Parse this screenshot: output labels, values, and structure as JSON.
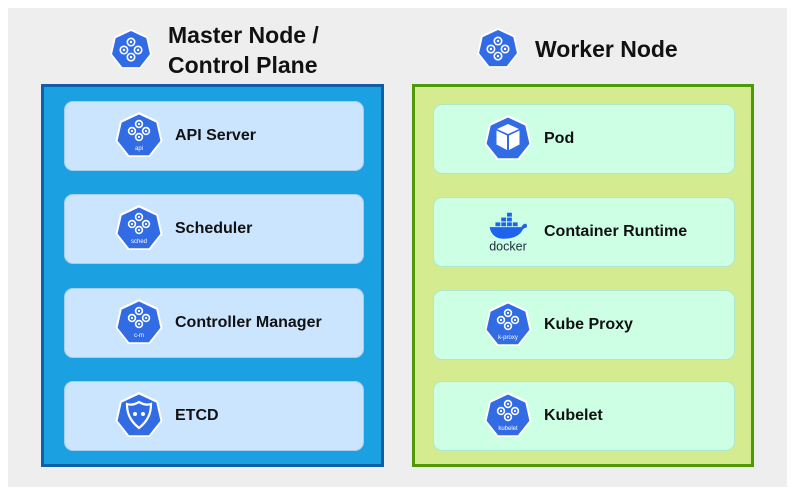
{
  "master": {
    "title_line1": "Master Node /",
    "title_line2": "Control Plane",
    "components": [
      {
        "label": "API Server",
        "icon": "api-icon",
        "icon_text": "api"
      },
      {
        "label": "Scheduler",
        "icon": "scheduler-icon",
        "icon_text": "sched"
      },
      {
        "label": "Controller Manager",
        "icon": "controller-manager-icon",
        "icon_text": "c-m"
      },
      {
        "label": "ETCD",
        "icon": "etcd-icon",
        "icon_text": ""
      }
    ]
  },
  "worker": {
    "title": "Worker Node",
    "components": [
      {
        "label": "Pod",
        "icon": "pod-icon",
        "icon_text": ""
      },
      {
        "label": "Container Runtime",
        "icon": "docker-icon",
        "icon_text": "docker"
      },
      {
        "label": "Kube Proxy",
        "icon": "kube-proxy-icon",
        "icon_text": "k-proxy"
      },
      {
        "label": "Kubelet",
        "icon": "kubelet-icon",
        "icon_text": "kubelet"
      }
    ]
  },
  "colors": {
    "k8s_blue": "#326ce5",
    "master_fill": "#1ba1e2",
    "master_border": "#0f5fa8",
    "master_card": "#cce5ff",
    "worker_fill": "#d4ec8f",
    "worker_border": "#4e9a06",
    "worker_card": "#ccffe4",
    "docker_blue": "#1d63ed",
    "background": "#eeeeee"
  }
}
